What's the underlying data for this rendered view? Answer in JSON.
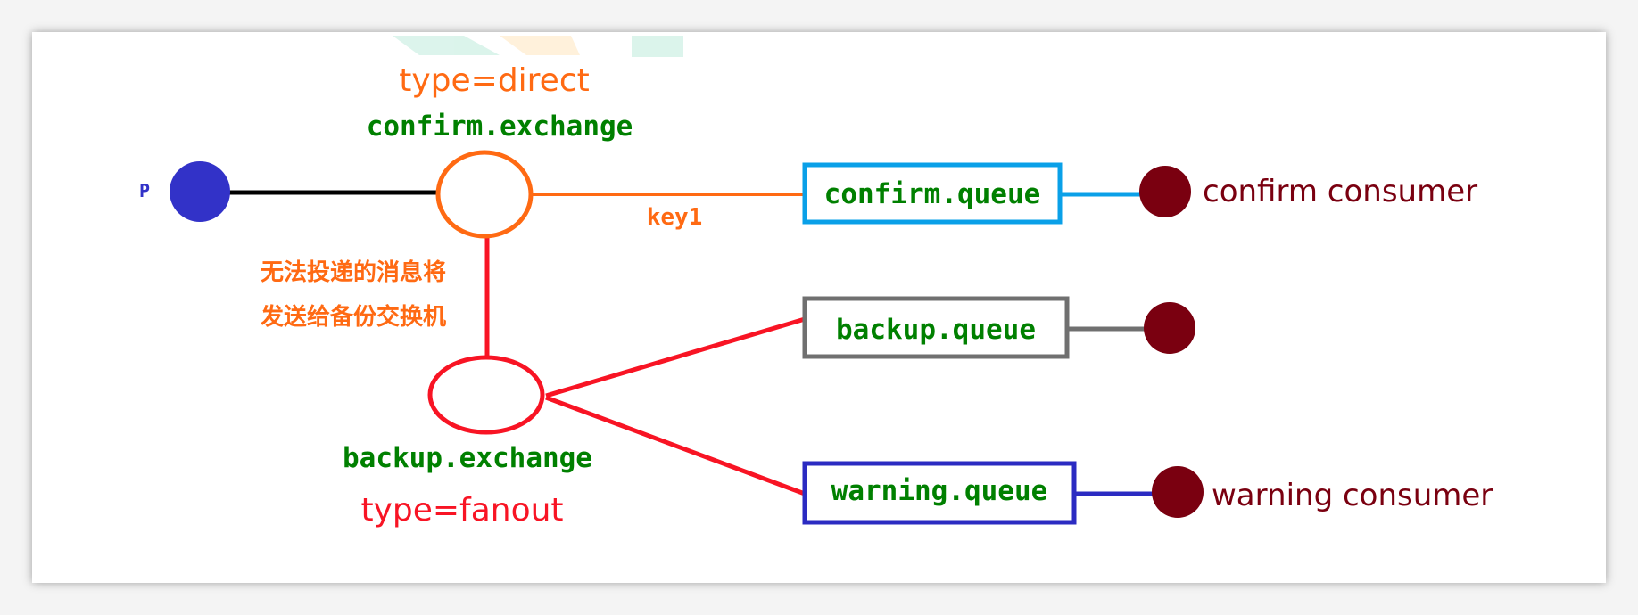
{
  "diagram": {
    "producer": {
      "label": "P"
    },
    "confirm_exchange": {
      "type_label": "type=direct",
      "name": "confirm.exchange"
    },
    "binding_key": "key1",
    "note_line1": "无法投递的消息将",
    "note_line2": "发送给备份交换机",
    "backup_exchange": {
      "name": "backup.exchange",
      "type_label": "type=fanout"
    },
    "queues": {
      "confirm": "confirm.queue",
      "backup": "backup.queue",
      "warning": "warning.queue"
    },
    "consumers": {
      "confirm": "confirm consumer",
      "warning": "warning consumer"
    },
    "colors": {
      "producer": "#3232c8",
      "confirm_exchange": "#ff6a13",
      "backup_exchange": "#f81424",
      "green_text": "#008000",
      "confirm_queue_border": "#0aa0e8",
      "backup_queue_border": "#707070",
      "warning_queue_border": "#2b2bc2",
      "consumer": "#7a0010"
    }
  }
}
